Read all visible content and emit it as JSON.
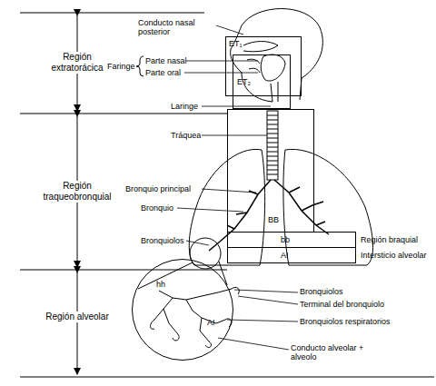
{
  "diagram": {
    "nodes": [
      {
        "text": [
          "ET₁"
        ]
      },
      {
        "text": [
          "ET₂"
        ]
      },
      {
        "text": [
          "BB"
        ]
      },
      {
        "text": [
          "bb",
          "Región braquial"
        ]
      },
      {
        "text": [
          "AI",
          "Intersticio alveolar"
        ]
      },
      {
        "text": [
          "hh",
          "AI"
        ]
      }
    ],
    "labels": [
      "Región extratorácica",
      "Conducto nasal posterior",
      "Faringe",
      "Parte nasal",
      "Parte oral",
      "Laringe",
      "Región traqueobronquial",
      "Tráquea",
      "Bronquio principal",
      "Bronquio",
      "Bronquiolos",
      "Región alveolar",
      "Bronquiolos",
      "Terminal del bronquiolo",
      "Bronquiolos respiratorios",
      "Conducto alveolar + alveolo"
    ]
  }
}
